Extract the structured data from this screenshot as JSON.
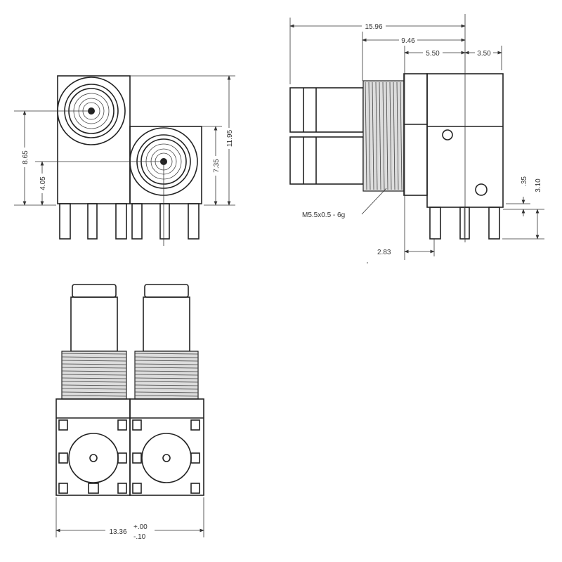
{
  "front_view": {
    "dim_center_upper": "8.65",
    "dim_center_lower": "4.05",
    "dim_lower_height": "7.35",
    "dim_total_height": "11.95"
  },
  "side_view": {
    "dim_overall_length": "15.96",
    "dim_thread_to_rear": "9.46",
    "dim_flange_to_pin": "5.50",
    "dim_pin_to_rear": "3.50",
    "thread_callout": "M5.5x0.5 - 6g",
    "dim_pin_offset": "2.83",
    "dim_standoff": ".35",
    "dim_pin_length": "3.10"
  },
  "bottom_view": {
    "dim_width": "13.36",
    "tol_plus": "+.00",
    "tol_minus": "-.10"
  }
}
